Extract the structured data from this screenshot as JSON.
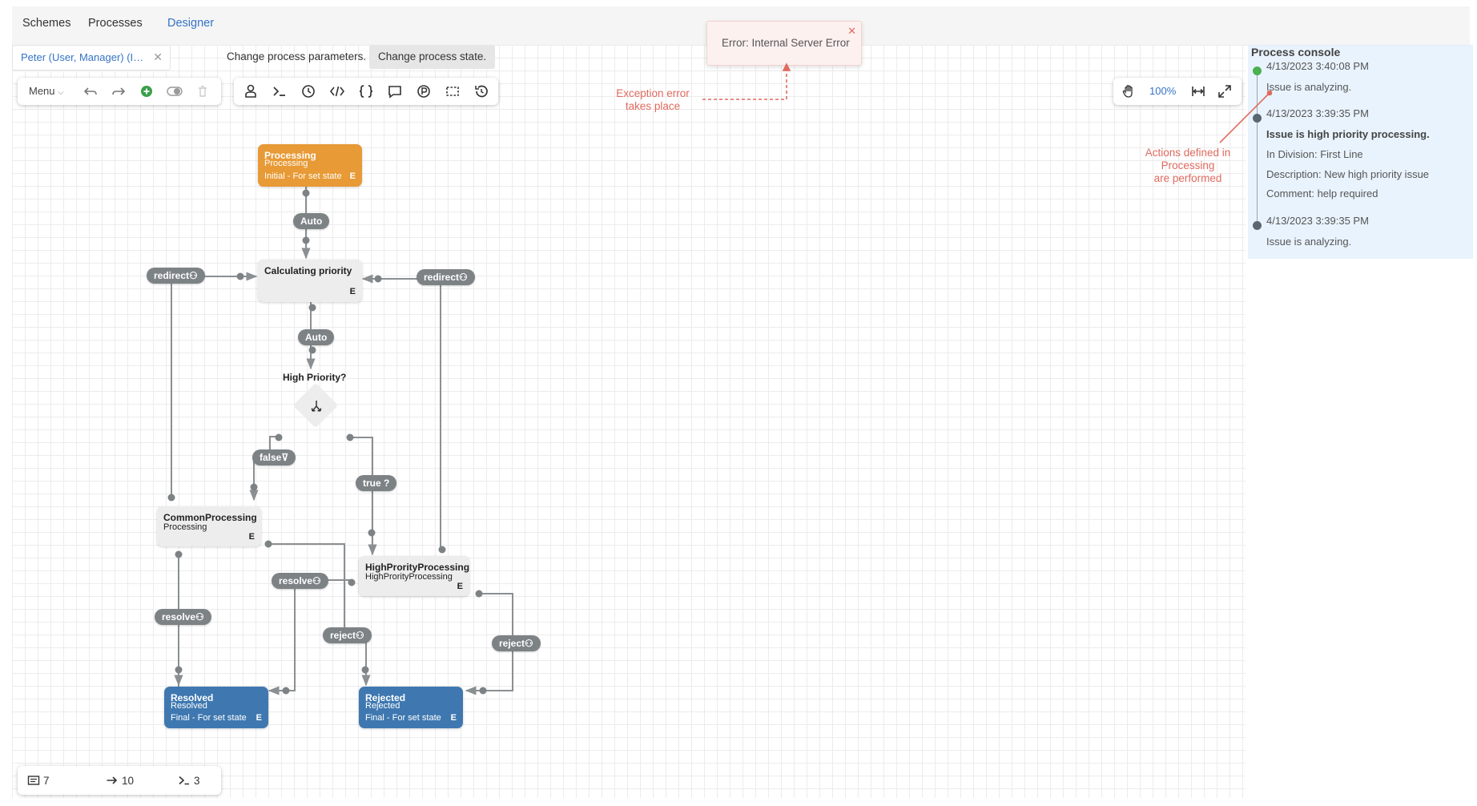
{
  "nav": {
    "items": [
      "Schemes",
      "Processes",
      "Designer"
    ],
    "active": "Designer"
  },
  "file_tab": {
    "label": "Peter (User, Manager) (IT Department)"
  },
  "header_buttons": {
    "params": "Change process parameters.",
    "state": "Change process state."
  },
  "toolbar": {
    "menu_label": "Menu"
  },
  "zoom": {
    "level": "100%"
  },
  "toast": {
    "message": "Error: Internal Server Error"
  },
  "annotations": {
    "exception": [
      "Exception error",
      "takes place"
    ],
    "actions": [
      "Actions defined in",
      "Processing",
      "are performed"
    ]
  },
  "console": {
    "title": "Process console",
    "entries": [
      {
        "time": "4/13/2023 3:40:08 PM",
        "lines": [
          "Issue is analyzing."
        ]
      },
      {
        "time": "4/13/2023 3:39:35 PM",
        "heading": "Issue is high priority processing.",
        "lines": [
          "In Division: First Line",
          "Description: New high priority issue",
          "Comment: help required"
        ]
      },
      {
        "time": "4/13/2023 3:39:35 PM",
        "lines": [
          "Issue is analyzing."
        ]
      }
    ]
  },
  "diagram": {
    "nodes": {
      "processing": {
        "title": "Processing",
        "subtitle": "Processing",
        "footer": "Initial - For set state",
        "e": "E"
      },
      "calculating": {
        "title": "Calculating priority",
        "e": "E"
      },
      "common": {
        "title": "CommonProcessing",
        "subtitle": "Processing",
        "e": "E"
      },
      "high": {
        "title": "HighProrityProcessing",
        "subtitle": "HighProrityProcessing",
        "e": "E"
      },
      "resolved": {
        "title": "Resolved",
        "subtitle": "Resolved",
        "footer": "Final - For set state",
        "e": "E"
      },
      "rejected": {
        "title": "Rejected",
        "subtitle": "Rejected",
        "footer": "Final - For set state",
        "e": "E"
      }
    },
    "decision": {
      "label": "High Priority?"
    },
    "transitions": {
      "auto1": "Auto",
      "auto2": "Auto",
      "redirect_left": "redirect",
      "redirect_right": "redirect",
      "false": "false",
      "true": "true ?",
      "resolve_left": "resolve",
      "resolve_mid": "resolve",
      "reject_mid": "reject",
      "reject_right": "reject"
    }
  },
  "stats": {
    "comments": "7",
    "transitions": "10",
    "actions": "3"
  },
  "colors": {
    "accent": "#3473c7",
    "initial": "#e79a35",
    "final": "#3f78b0",
    "error": "#e06a5e",
    "console_bg": "#e9f3fd"
  }
}
